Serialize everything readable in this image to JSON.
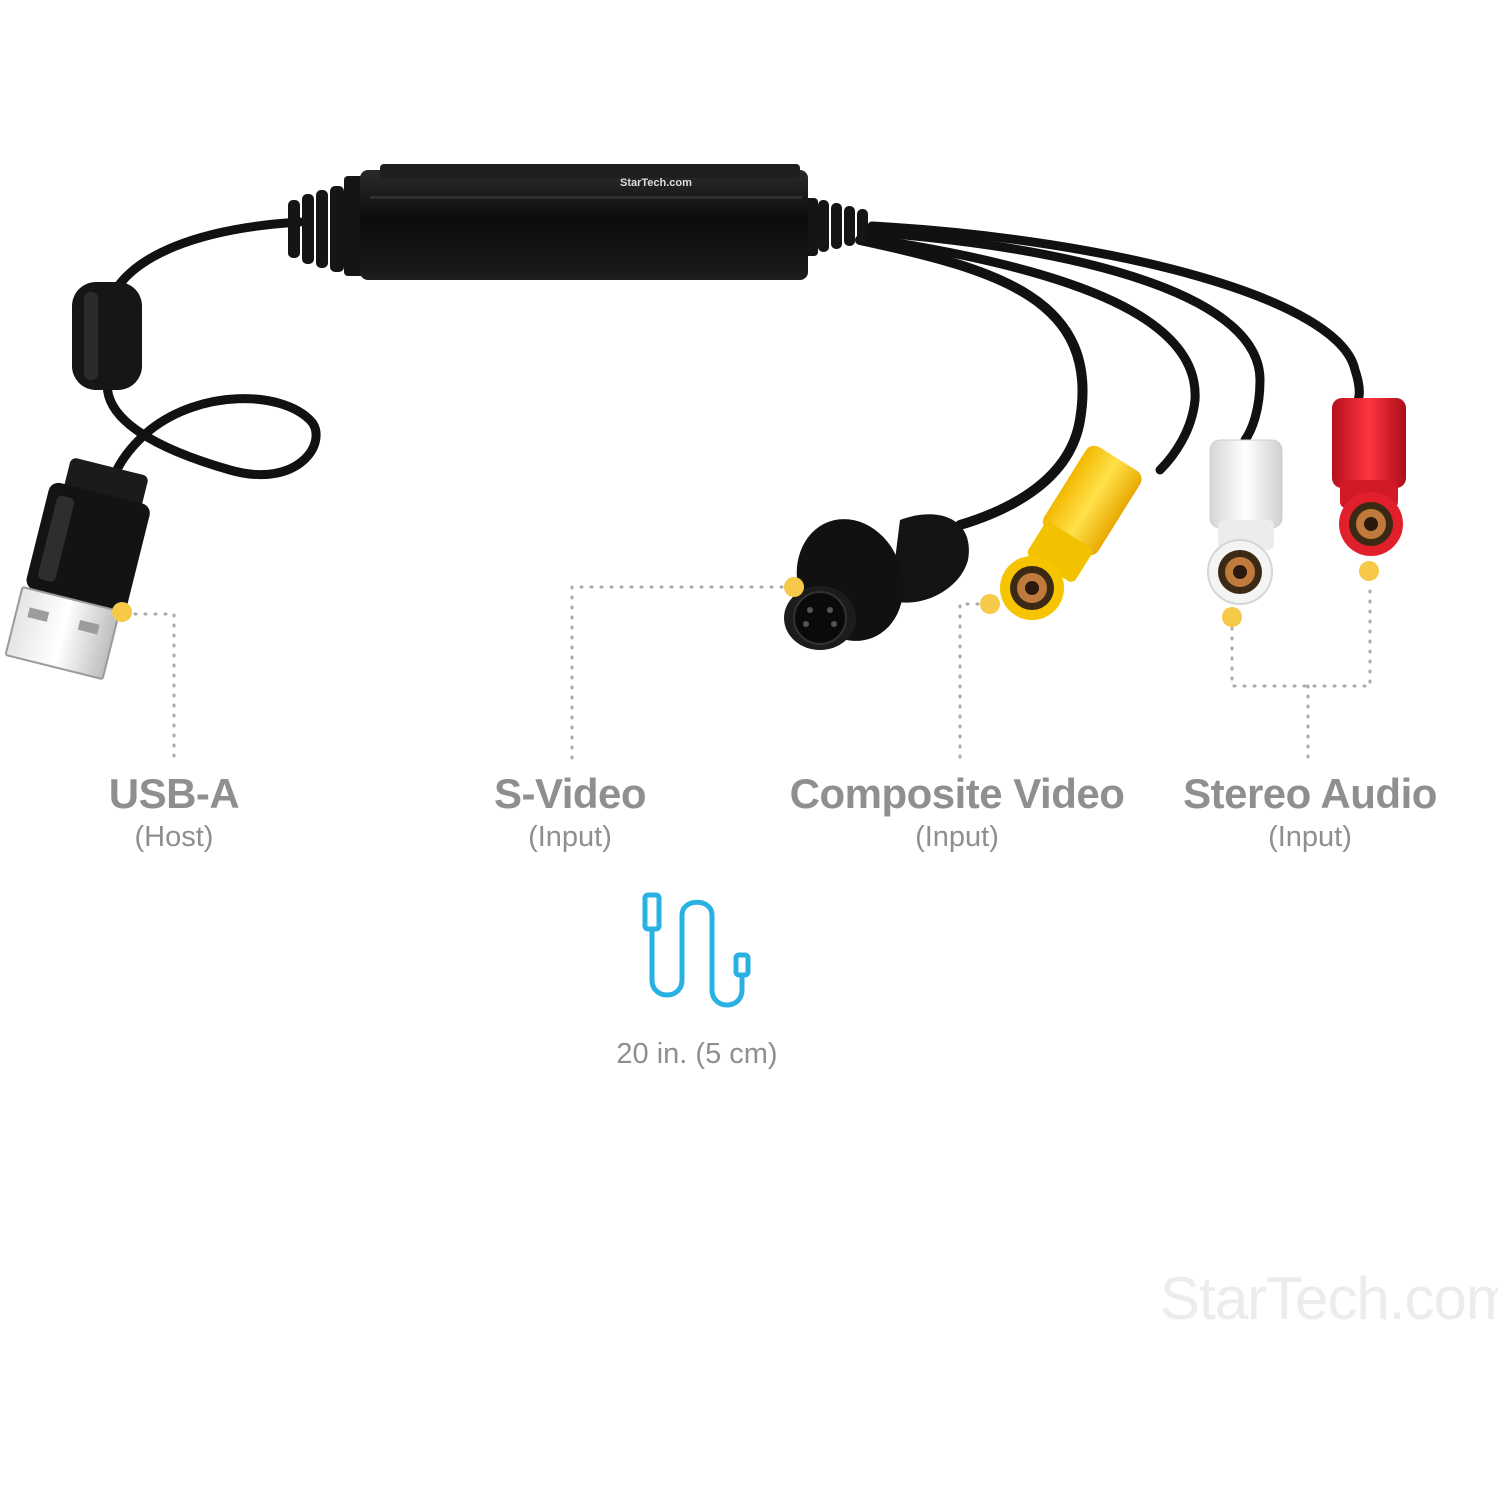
{
  "connectors": [
    {
      "id": "usb-a",
      "title": "USB-A",
      "subtitle": "(Host)"
    },
    {
      "id": "s-video",
      "title": "S-Video",
      "subtitle": "(Input)"
    },
    {
      "id": "composite-video",
      "title": "Composite Video",
      "subtitle": "(Input)"
    },
    {
      "id": "stereo-audio",
      "title": "Stereo Audio",
      "subtitle": "(Input)"
    }
  ],
  "cable_length": "20 in. (5 cm)",
  "brand_on_device": "StarTech.com",
  "watermark": "StarTech.com",
  "colors": {
    "marker_dot": "#f7c948",
    "label_text": "#8f8f8f",
    "length_icon": "#29b1e3",
    "composite_plug": "#ffd21f",
    "audio_left_plug": "#f2f2f2",
    "audio_right_plug": "#e3202e",
    "cable": "#111111"
  }
}
